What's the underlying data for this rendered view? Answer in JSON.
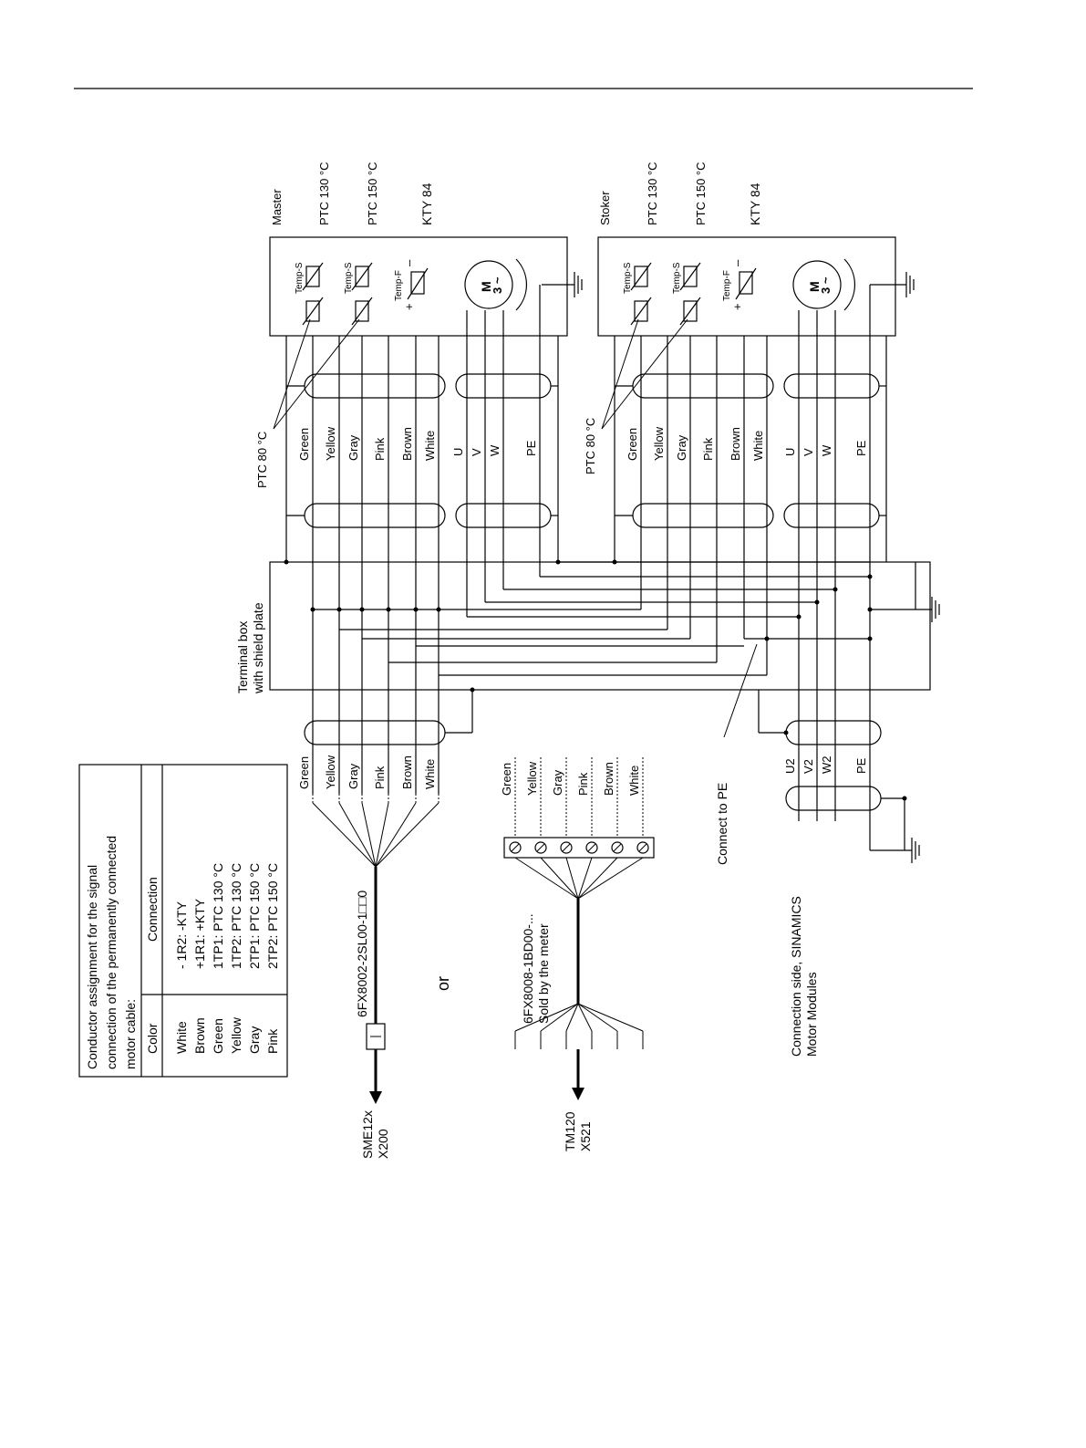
{
  "master": {
    "title": "Master",
    "sensors": [
      "PTC 130 °C",
      "PTC 150 °C",
      "KTY 84"
    ],
    "temp_s": "Temp-S",
    "temp_f": "Temp-F",
    "plus": "+",
    "minus": "–",
    "motor_m": "M",
    "motor_phase": "3 ~"
  },
  "stoker": {
    "title": "Stoker",
    "sensors": [
      "PTC 130 °C",
      "PTC 150 °C",
      "KTY 84"
    ],
    "temp_s": "Temp-S",
    "temp_f": "Temp-F",
    "plus": "+",
    "minus": "–",
    "motor_m": "M",
    "motor_phase": "3 ~"
  },
  "ptc80_label": "PTC 80 °C",
  "cable_wires": [
    "Green",
    "Yellow",
    "Gray",
    "Pink",
    "Brown",
    "White"
  ],
  "power_wires": [
    "U",
    "V",
    "W",
    "PE"
  ],
  "terminal_box": [
    "Terminal box",
    "with shield plate"
  ],
  "output_wires": [
    "U2",
    "V2",
    "W2",
    "PE"
  ],
  "connect_pe": "Connect to PE",
  "connection_side": [
    "Connection side, SINAMICS",
    "Motor Modules"
  ],
  "or_label": "or",
  "cable1": {
    "part": "6FX8002-2SL00-1□□0",
    "dest": [
      "SME12x",
      "X200"
    ]
  },
  "cable2": {
    "part": [
      "6FX8008-1BD00-...",
      "Sold by the meter"
    ],
    "dest": [
      "TM120",
      "X521"
    ]
  },
  "table": {
    "caption": [
      "Conductor assignment for the signal",
      "connection of the permanently connected",
      "motor cable:"
    ],
    "col_color": "Color",
    "col_connection": "Connection",
    "colors": [
      "White",
      "Brown",
      "Green",
      "Yellow",
      "Gray",
      "Pink"
    ],
    "connections": [
      "- 1R2:  -KTY",
      "+1R1:  +KTY",
      "1TP1:  PTC 130 °C",
      "1TP2:  PTC 130 °C",
      "2TP1:  PTC 150 °C",
      "2TP2:  PTC 150 °C"
    ]
  }
}
